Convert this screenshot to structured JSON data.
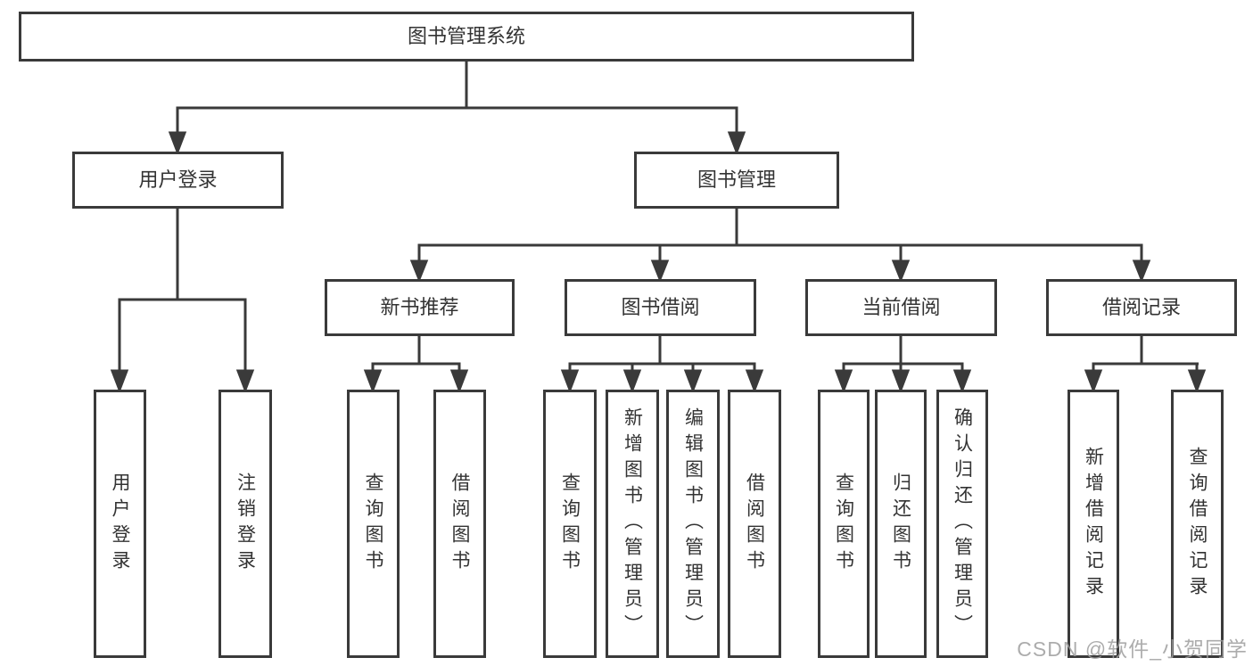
{
  "diagram_title": "图书管理系统",
  "tree": {
    "root": "图书管理系统",
    "branches": [
      {
        "label": "用户登录",
        "children": [
          "用户登录",
          "注销登录"
        ]
      },
      {
        "label": "图书管理",
        "sections": [
          {
            "label": "新书推荐",
            "children": [
              "查询图书",
              "借阅图书"
            ]
          },
          {
            "label": "图书借阅",
            "children": [
              "查询图书",
              "新增图书（管理员）",
              "编辑图书（管理员）",
              "借阅图书"
            ]
          },
          {
            "label": "当前借阅",
            "children": [
              "查询图书",
              "归还图书",
              "确认归还（管理员）"
            ]
          },
          {
            "label": "借阅记录",
            "children": [
              "新增借阅记录",
              "查询借阅记录"
            ]
          }
        ]
      }
    ]
  },
  "watermark": {
    "text": "CSDN @软件_小贺同学"
  },
  "colors": {
    "line": "#3a3a3a",
    "box_border": "#3a3a3a",
    "box_fill": "#ffffff",
    "text": "#333333",
    "watermark": "#9e9e9e",
    "background": "#ffffff"
  }
}
